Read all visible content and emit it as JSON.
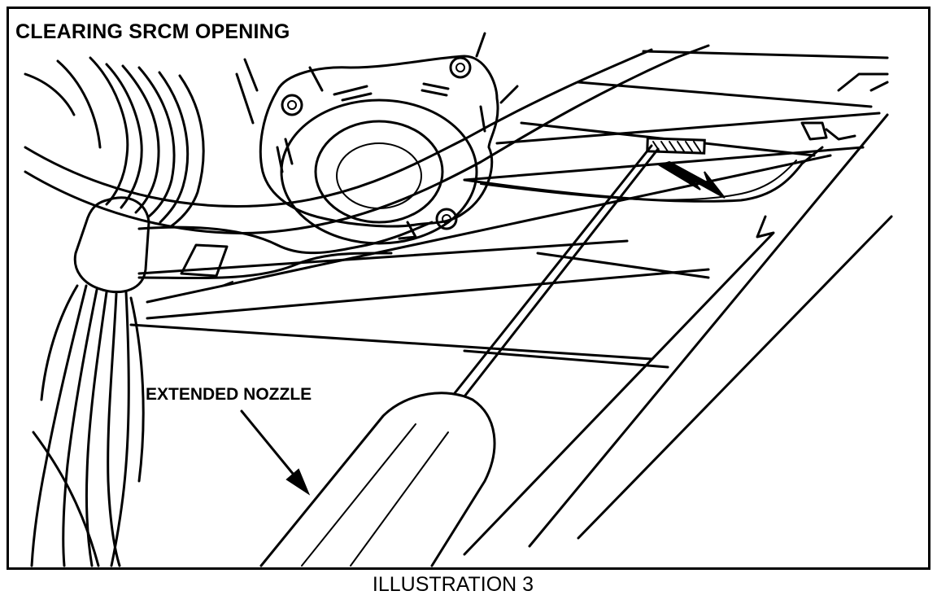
{
  "figure": {
    "title": "CLEARING SRCM OPENING",
    "callout": "EXTENDED NOZZLE",
    "caption": "ILLUSTRATION 3"
  },
  "colors": {
    "ink": "#000000",
    "paper": "#ffffff"
  }
}
